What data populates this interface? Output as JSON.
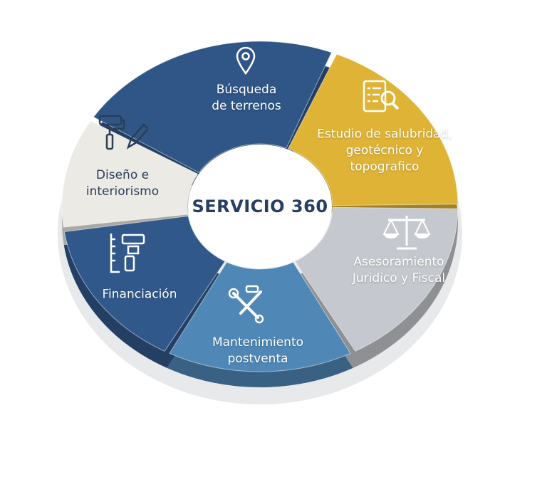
{
  "title": "SERVICIO 360",
  "segments": [
    {
      "id": "busqueda",
      "line1": "Búsqueda",
      "line2": "de terrenos",
      "line3": "",
      "icon": "location-pin-icon",
      "color": "#2f5687"
    },
    {
      "id": "estudio",
      "line1": "Estudio de salubridad,",
      "line2": "geotécnico y",
      "line3": "topografico",
      "icon": "checklist-magnifier-icon",
      "color": "#dfb436"
    },
    {
      "id": "asesoramiento",
      "line1": "Asesoramiento",
      "line2": "Juridico y Fiscal",
      "line3": "",
      "icon": "scales-icon",
      "color": "#c5c8ce"
    },
    {
      "id": "mantenimiento",
      "line1": "Mantenimiento",
      "line2": "postventa",
      "line3": "",
      "icon": "wrench-screwdriver-icon",
      "color": "#4f87b6"
    },
    {
      "id": "financiacion",
      "line1": "Financiación",
      "line2": "",
      "line3": "",
      "icon": "ruler-blocks-icon",
      "color": "#31588a"
    },
    {
      "id": "diseno",
      "line1": "Diseño e",
      "line2": "interiorismo",
      "line3": "",
      "icon": "paint-roller-pencil-icon",
      "color": "#ebeae5"
    }
  ]
}
